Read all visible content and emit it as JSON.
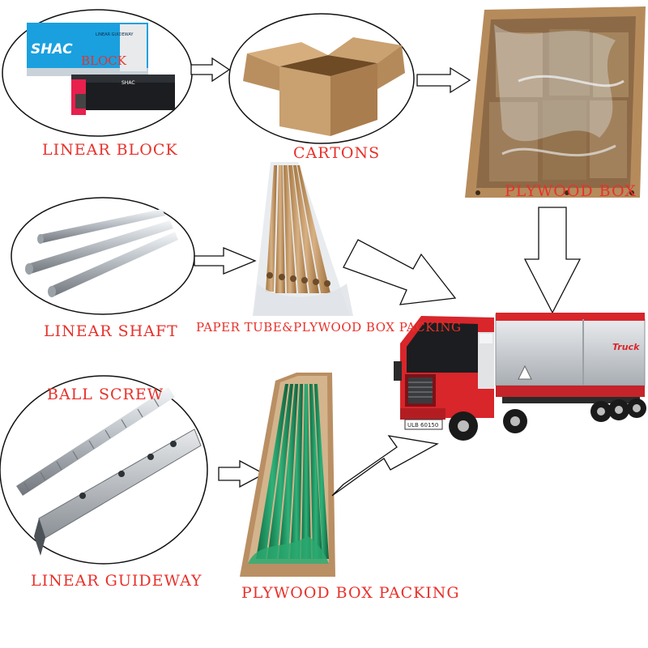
{
  "labels": {
    "linear_block": "LINEAR BLOCK",
    "cartons": "CARTONS",
    "plywood_box": "PLYWOOD BOX",
    "linear_shaft": "LINEAR SHAFT",
    "paper_tube": "PAPER TUBE&PLYWOOD BOX PACKING",
    "ball_screw": "BALL SCREW",
    "linear_guideway": "LINEAR GUIDEWAY",
    "plywood_box_packing": "PLYWOOD BOX PACKING"
  },
  "block_text": {
    "brand": "SHAC",
    "block_word": "BLOCK",
    "model": "LINEAR GUIDEWAY"
  },
  "truck_text": {
    "plate": "ULB 60150",
    "logo": "Truck"
  },
  "colors": {
    "label_red": "#e8312a",
    "truck_red": "#d8262b",
    "guideway_green": "#1f8f5b",
    "cardboard": "#c49a6c",
    "plywood": "#b98f63"
  }
}
